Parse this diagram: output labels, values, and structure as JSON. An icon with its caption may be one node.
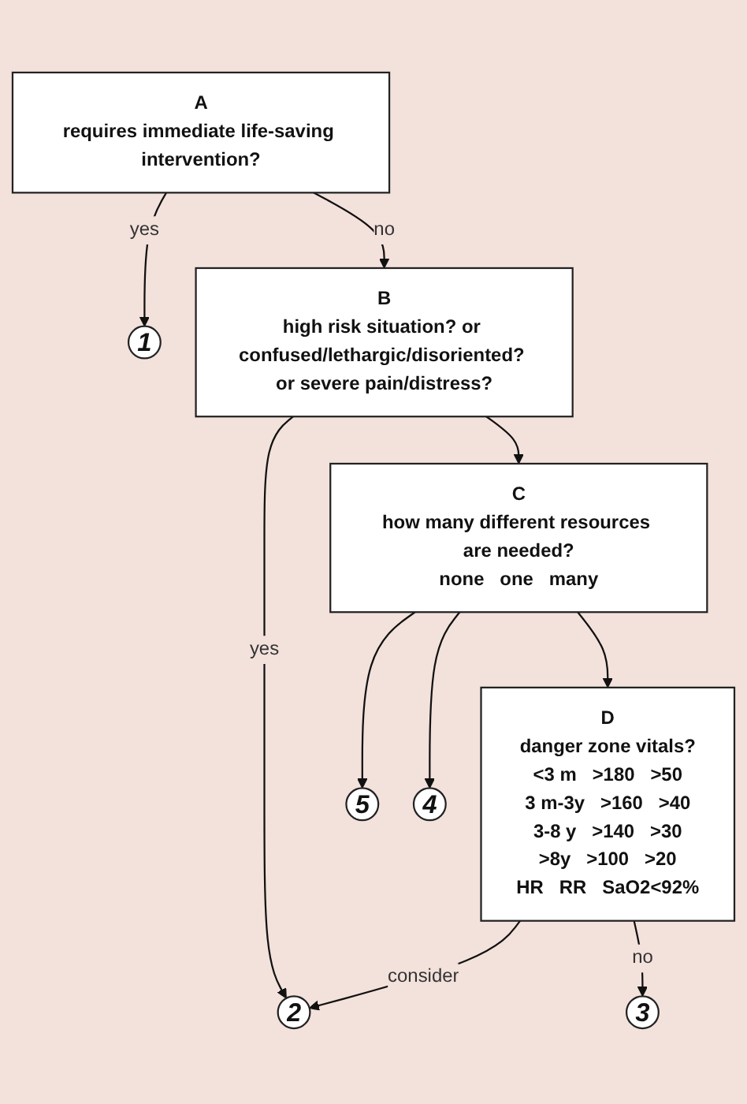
{
  "diagram": {
    "nodes": [
      {
        "text": [
          "A",
          "requires immediate life-saving intervention?"
        ]
      },
      {
        "text": [
          "1"
        ]
      },
      {
        "text": [
          "B",
          "high risk situation? or confused/lethargic/disoriented? or severe pain/distress?"
        ]
      },
      {
        "text": [
          "2"
        ]
      },
      {
        "text": [
          "C",
          "how many different resources are needed?",
          "none",
          "one",
          "many"
        ]
      },
      {
        "text": [
          "5"
        ]
      },
      {
        "text": [
          "4"
        ]
      },
      {
        "text": [
          "D",
          "danger zone vitals?",
          "<3 m",
          ">180",
          ">50",
          "3 m-3y",
          ">160",
          ">40",
          "3-8 y",
          ">140",
          ">30",
          ">8y",
          ">100",
          ">20",
          "HR",
          "RR",
          "SaO2<92%"
        ]
      },
      {
        "text": [
          "3"
        ]
      }
    ],
    "edges": [
      {
        "from": 0,
        "to": 1,
        "arrow": "to",
        "label": "yes"
      },
      {
        "from": 0,
        "to": 2,
        "arrow": "to",
        "label": "no"
      },
      {
        "from": 2,
        "to": 3,
        "arrow": "to",
        "label": "yes"
      },
      {
        "from": 2,
        "to": 4,
        "arrow": "to"
      },
      {
        "from": 4,
        "to": 5,
        "arrow": "to"
      },
      {
        "from": 4,
        "to": 6,
        "arrow": "to"
      },
      {
        "from": 4,
        "to": 7,
        "arrow": "to"
      },
      {
        "from": 7,
        "to": 3,
        "arrow": "to",
        "label": "consider"
      },
      {
        "from": 7,
        "to": 8,
        "arrow": "to",
        "label": "no"
      }
    ]
  }
}
